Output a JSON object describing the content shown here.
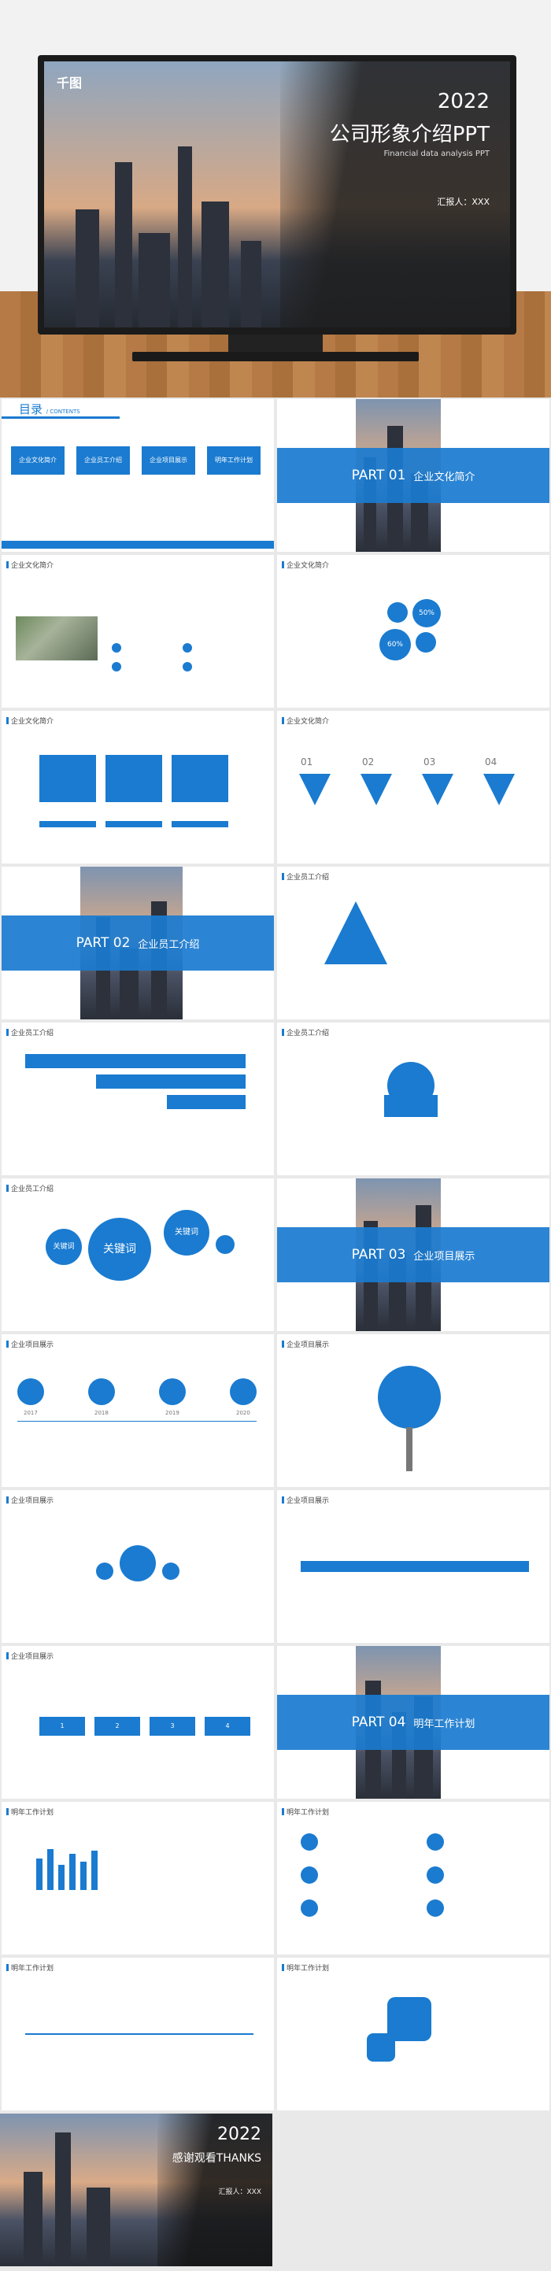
{
  "cover": {
    "brand": "千图",
    "year": "2022",
    "title": "公司形象介绍PPT",
    "subtitle": "Financial data analysis PPT",
    "reporter": "汇报人：XXX"
  },
  "toc": {
    "title": "目录",
    "sub": "/ CONTENTS",
    "items": [
      "企业文化简介",
      "企业员工介绍",
      "企业项目展示",
      "明年工作计划"
    ]
  },
  "parts": [
    {
      "label": "PART 01",
      "title": "企业文化简介"
    },
    {
      "label": "PART 02",
      "title": "企业员工介绍"
    },
    {
      "label": "PART 03",
      "title": "企业项目展示"
    },
    {
      "label": "PART 04",
      "title": "明年工作计划"
    }
  ],
  "headers": {
    "culture": "企业文化简介",
    "staff": "企业员工介绍",
    "project": "企业项目展示",
    "plan": "明年工作计划"
  },
  "labels": {
    "keyword": "关键词",
    "percent_a": "50%",
    "percent_b": "60%",
    "nums": [
      "01",
      "02",
      "03",
      "04"
    ],
    "steps": [
      "1",
      "2",
      "3",
      "4"
    ],
    "years": [
      "2017",
      "2018",
      "2019",
      "2020"
    ]
  },
  "ending": {
    "year": "2022",
    "title": "感谢观看THANKS",
    "reporter": "汇报人：XXX"
  },
  "colors": {
    "accent": "#1a7bd0"
  }
}
